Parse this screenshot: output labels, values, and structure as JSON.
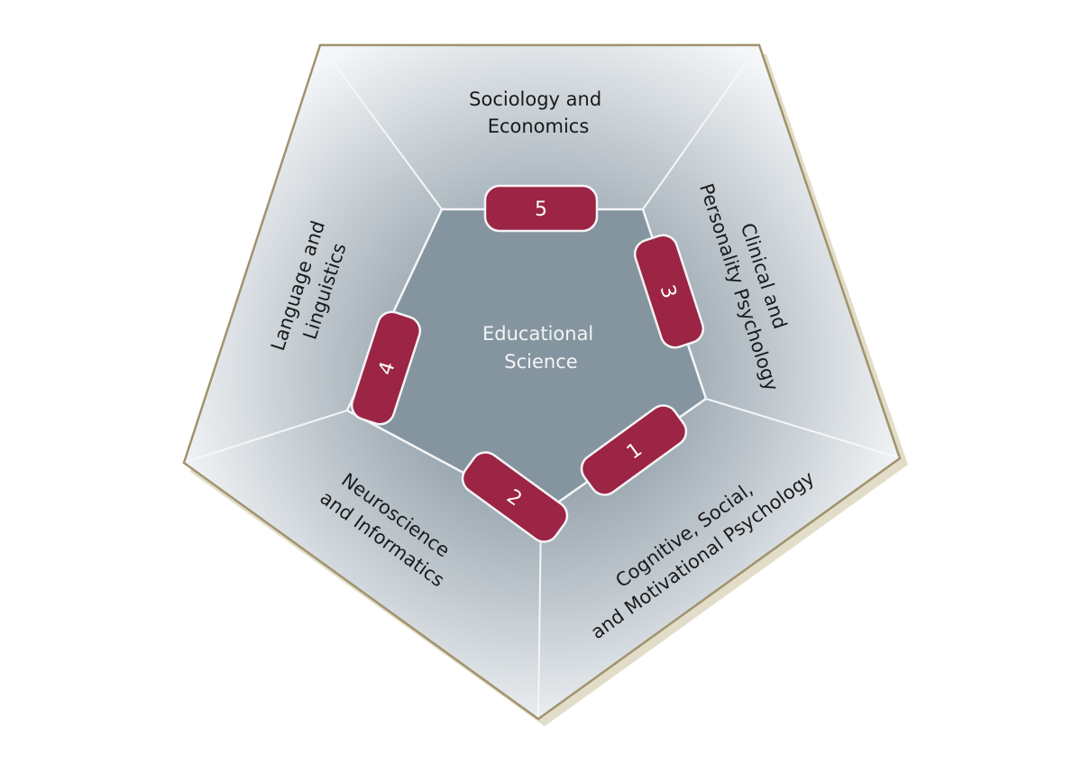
{
  "center": {
    "line1": "Educational",
    "line2": "Science"
  },
  "segments": [
    {
      "id": "sociology",
      "line1": "Sociology and",
      "line2": "Economics"
    },
    {
      "id": "clinical",
      "line1": "Clinical and",
      "line2": "Personality Psychology"
    },
    {
      "id": "cognitive",
      "line1": "Cognitive, Social,",
      "line2": "and Motivational Psychology"
    },
    {
      "id": "neuroscience",
      "line1": "Neuroscience",
      "line2": "and Informatics"
    },
    {
      "id": "language",
      "line1": "Language and",
      "line2": "Linguistics"
    }
  ],
  "badges": [
    {
      "id": "b5",
      "label": "5"
    },
    {
      "id": "b3",
      "label": "3"
    },
    {
      "id": "b1",
      "label": "1"
    },
    {
      "id": "b2",
      "label": "2"
    },
    {
      "id": "b4",
      "label": "4"
    }
  ],
  "colors": {
    "badge": "#9c2444",
    "outline": "#a0936d",
    "shadow": "#e2ddc8",
    "center": "#8595a0"
  }
}
